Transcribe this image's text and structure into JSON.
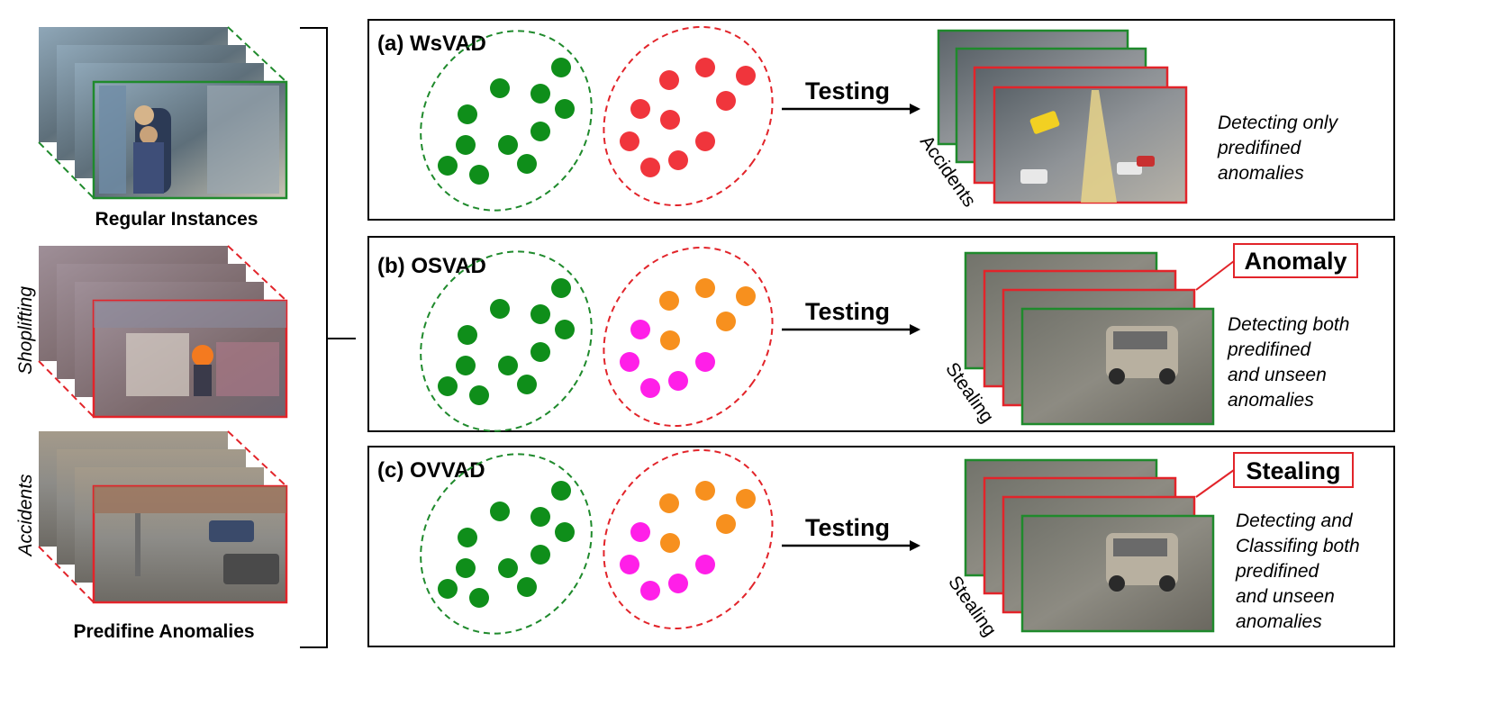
{
  "left": {
    "regular_label": "Regular Instances",
    "shoplifting_label": "Shoplifting",
    "accidents_label": "Accidents",
    "predefined_label": "Predifine Anomalies"
  },
  "panels": [
    {
      "title": "(a) WsVAD",
      "testing": "Testing",
      "side_label": "Accidents",
      "result_label": "",
      "description": [
        "Detecting only",
        "predifined",
        "anomalies"
      ],
      "cluster_right_colors": [
        "#f0353c",
        "#f0353c",
        "#f0353c",
        "#f0353c",
        "#f0353c",
        "#f0353c",
        "#f0353c",
        "#f0353c",
        "#f0353c",
        "#f0353c",
        "#f0353c"
      ]
    },
    {
      "title": "(b) OSVAD",
      "testing": "Testing",
      "side_label": "Stealing",
      "result_label": "Anomaly",
      "description": [
        "Detecting both",
        "predifined",
        "and unseen",
        "anomalies"
      ],
      "cluster_right_colors": [
        "#f7901e",
        "#f7901e",
        "#f7901e",
        "#f7901e",
        "#f7901e",
        "#ff1fe8",
        "#ff1fe8",
        "#ff1fe8",
        "#ff1fe8",
        "#ff1fe8",
        "#ff1fe8"
      ]
    },
    {
      "title": "(c) OVVAD",
      "testing": "Testing",
      "side_label": "Stealing",
      "result_label": "Stealing",
      "description": [
        "Detecting and",
        "Classifing both",
        "predifined",
        "and unseen",
        "anomalies"
      ],
      "cluster_right_colors": [
        "#f7901e",
        "#f7901e",
        "#f7901e",
        "#f7901e",
        "#f7901e",
        "#ff1fe8",
        "#ff1fe8",
        "#ff1fe8",
        "#ff1fe8",
        "#ff1fe8",
        "#ff1fe8"
      ]
    }
  ],
  "colors": {
    "normal": "#0f8e1a",
    "anomaly_frame": "#e2242a",
    "normal_frame": "#1f8a2c",
    "arrow": "#000000"
  }
}
